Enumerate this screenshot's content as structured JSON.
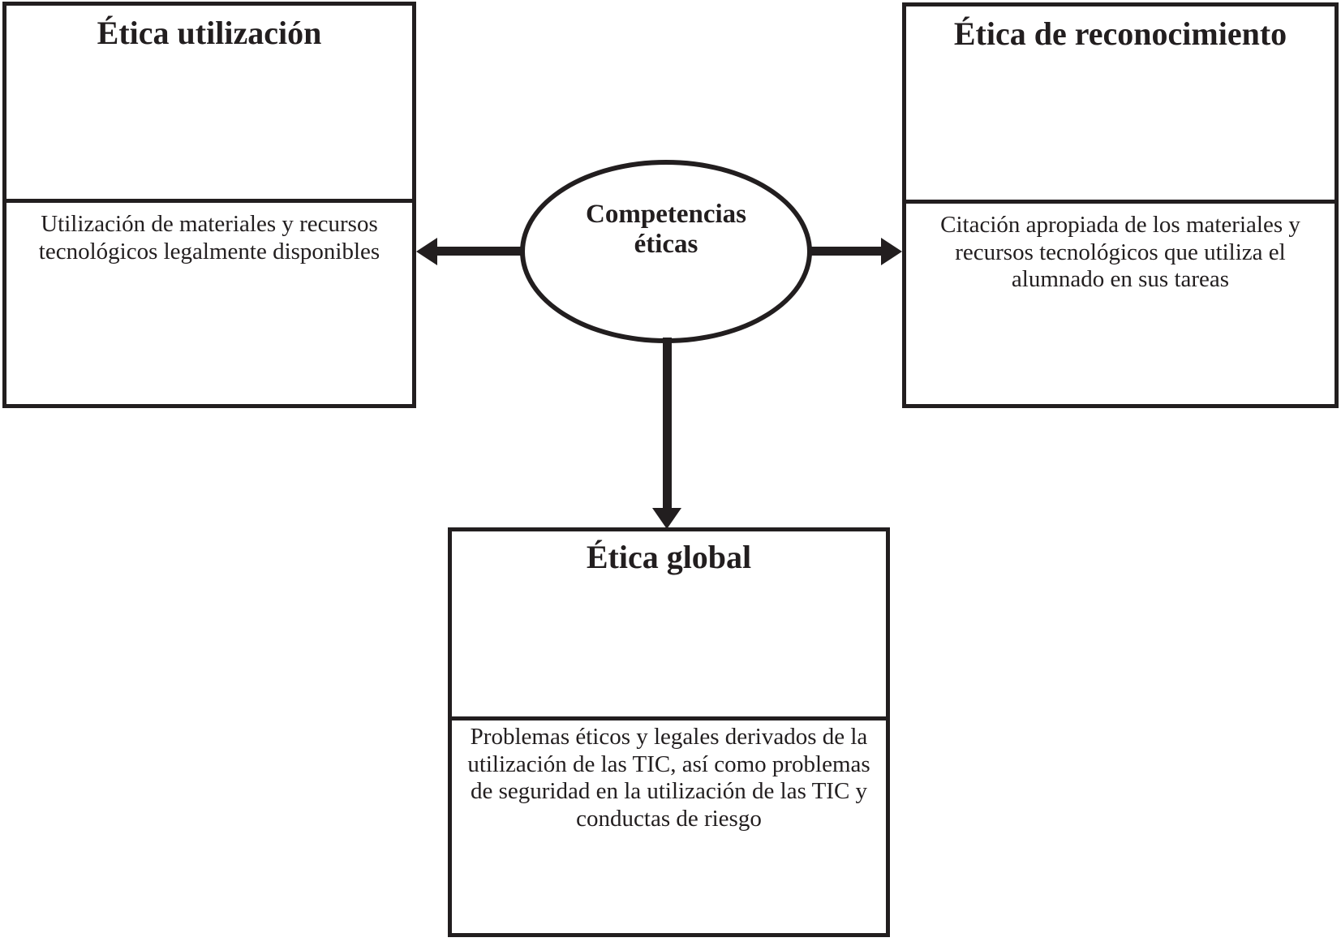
{
  "colors": {
    "stroke": "#221e1f",
    "background": "#ffffff",
    "text": "#221e1f"
  },
  "center_node": {
    "label": "Competencias\néticas"
  },
  "nodes": [
    {
      "id": "etica-utilizacion",
      "title": "Ética utilización",
      "description": "Utilización de materiales y recursos\ntecnológicos legalmente disponibles"
    },
    {
      "id": "etica-reconocimiento",
      "title": "Ética de reconocimiento",
      "description": "Citación apropiada de los materiales y\nrecursos tecnológicos que utiliza el\nalumnado en sus tareas"
    },
    {
      "id": "etica-global",
      "title": "Ética global",
      "description": "Problemas éticos y legales derivados de la\nutilización de las TIC, así como problemas\nde seguridad en la utilización de las TIC y\nconductas de riesgo"
    }
  ],
  "connectors": [
    {
      "from": "competencias-eticas",
      "to": "etica-utilizacion",
      "direction": "left"
    },
    {
      "from": "competencias-eticas",
      "to": "etica-reconocimiento",
      "direction": "right"
    },
    {
      "from": "competencias-eticas",
      "to": "etica-global",
      "direction": "down"
    }
  ]
}
